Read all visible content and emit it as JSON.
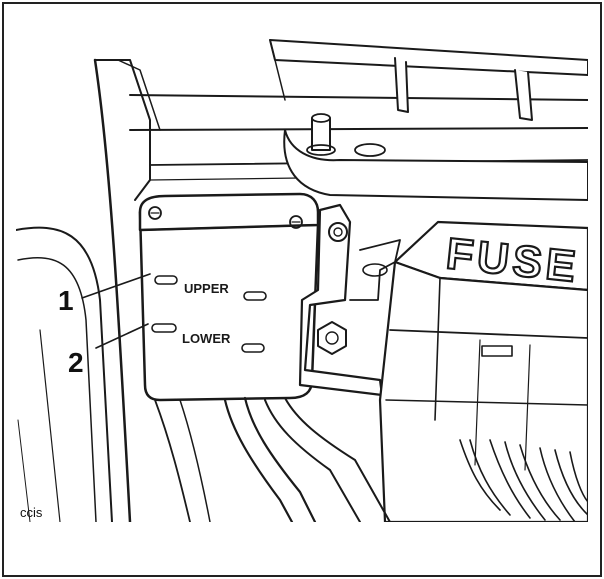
{
  "figure": {
    "reservoir": {
      "upper_label": "UPPER",
      "lower_label": "LOWER"
    },
    "fuse_box": {
      "label": "FUSE"
    },
    "callouts": [
      {
        "number": "1"
      },
      {
        "number": "2"
      }
    ],
    "footer_tag": "ccis"
  }
}
